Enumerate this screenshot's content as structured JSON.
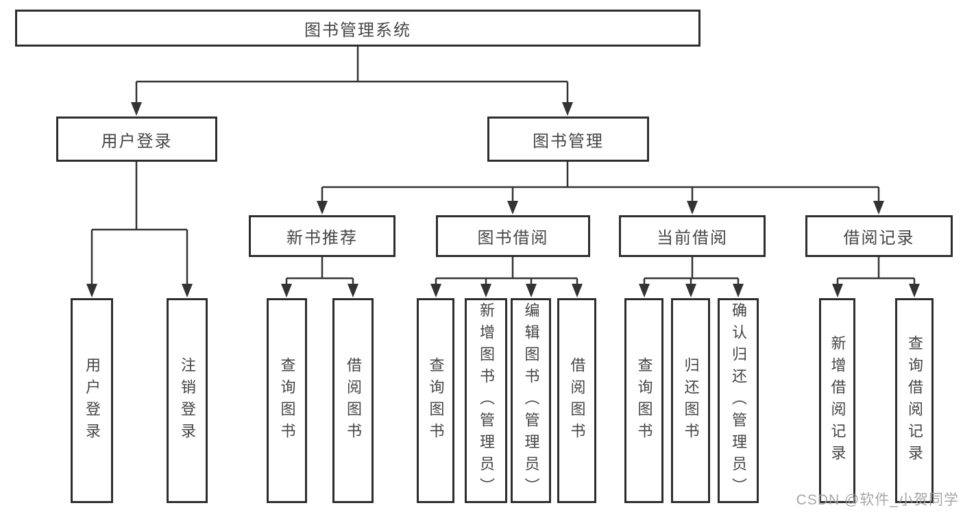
{
  "tree": {
    "root": "图书管理系统",
    "level2": [
      "用户登录",
      "图书管理"
    ],
    "level3": [
      "新书推荐",
      "图书借阅",
      "当前借阅",
      "借阅记录"
    ],
    "leaves": {
      "user_login": [
        "用户登录",
        "注销登录"
      ],
      "new_books": [
        "查询图书",
        "借阅图书"
      ],
      "borrowing": [
        "查询图书",
        "新增图书（管理员）",
        "编辑图书（管理员）",
        "借阅图书"
      ],
      "current": [
        "查询图书",
        "归还图书",
        "确认归还（管理员）"
      ],
      "records": [
        "新增借阅记录",
        "查询借阅记录"
      ]
    }
  },
  "watermark": "CSDN @软件_小贺同学",
  "colors": {
    "line": "#333333",
    "box_border": "#2d2d2d",
    "text": "#454545",
    "watermark": "#9e9e9e",
    "background": "#ffffff"
  }
}
